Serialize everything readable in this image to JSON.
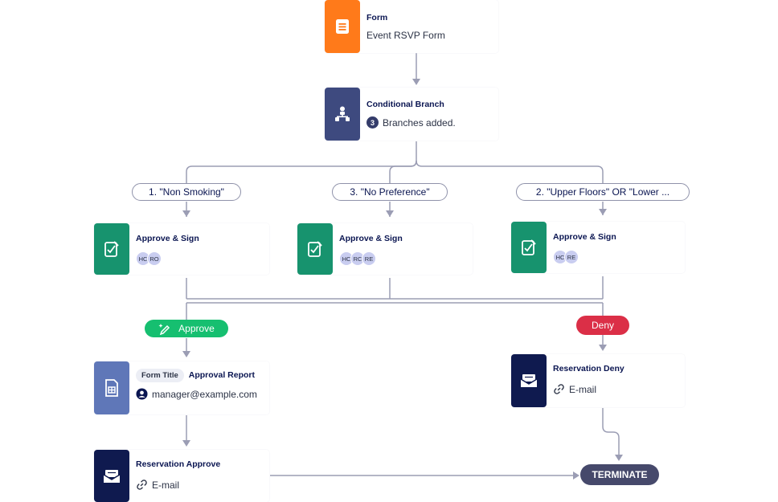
{
  "colors": {
    "form": "#ff7a1a",
    "branch": "#3e4a7f",
    "approve_sign": "#17936e",
    "form_report": "#5f77b8",
    "email": "#0f1a4f",
    "approve_pill": "#16bf70",
    "deny_pill": "#db2f47",
    "terminate": "#46496b",
    "wire": "#9b9db4"
  },
  "form_node": {
    "title": "Form",
    "subtitle": "Event RSVP Form",
    "icon": "document-icon"
  },
  "branch_node": {
    "title": "Conditional Branch",
    "count": "3",
    "subtitle": "Branches added.",
    "icon": "branch-icon"
  },
  "conditions": [
    "1. \"Non Smoking\"",
    "3. \"No Preference\"",
    "2. \"Upper Floors\" OR \"Lower ..."
  ],
  "approve_nodes": [
    {
      "title": "Approve & Sign",
      "avatars": [
        "HC",
        "RO"
      ],
      "icon": "sign-icon"
    },
    {
      "title": "Approve & Sign",
      "avatars": [
        "HC",
        "RC",
        "RE"
      ],
      "icon": "sign-icon"
    },
    {
      "title": "Approve & Sign",
      "avatars": [
        "HC",
        "RE"
      ],
      "icon": "sign-icon"
    }
  ],
  "approve_pill": {
    "label": "Approve",
    "icon": "pen-sparkle-icon"
  },
  "deny_pill": {
    "label": "Deny"
  },
  "report_node": {
    "tag": "Form Title",
    "title": "Approval Report",
    "recipient": "manager@example.com",
    "icon": "report-icon"
  },
  "deny_email_node": {
    "title": "Reservation Deny",
    "channel": "E-mail",
    "icon": "mail-icon"
  },
  "approve_email_node": {
    "title": "Reservation Approve",
    "channel": "E-mail",
    "icon": "mail-icon"
  },
  "terminate": {
    "label": "TERMINATE"
  }
}
